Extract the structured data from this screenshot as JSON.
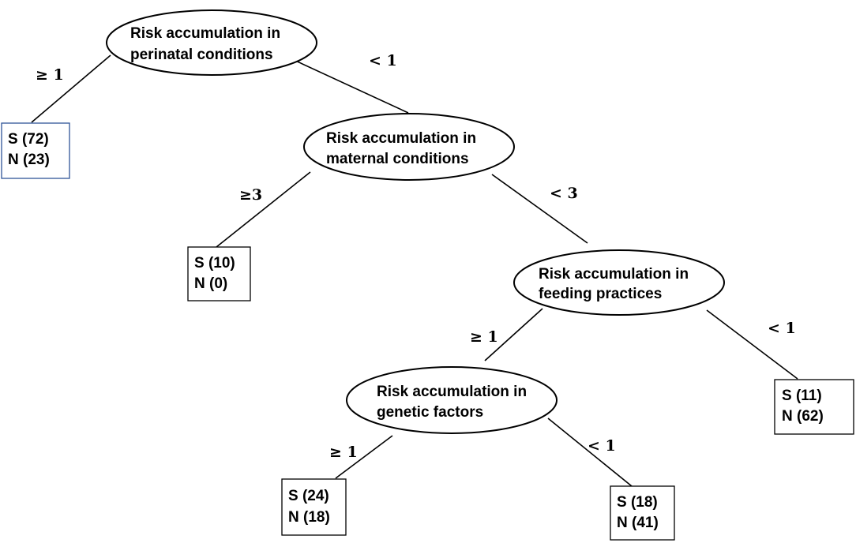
{
  "tree": {
    "nodes": {
      "perinatal": {
        "line1": "Risk accumulation in",
        "line2": "perinatal conditions"
      },
      "maternal": {
        "line1": "Risk accumulation in",
        "line2": "maternal conditions"
      },
      "feeding": {
        "line1": "Risk accumulation in",
        "line2": "feeding practices"
      },
      "genetic": {
        "line1": "Risk accumulation in",
        "line2": "genetic factors"
      }
    },
    "leaves": {
      "perinatal_ge1": {
        "s": "S (72)",
        "n": "N (23)"
      },
      "maternal_ge3": {
        "s": "S (10)",
        "n": "N (0)"
      },
      "feeding_lt1": {
        "s": "S (11)",
        "n": "N (62)"
      },
      "genetic_ge1": {
        "s": "S (24)",
        "n": "N (18)"
      },
      "genetic_lt1": {
        "s": "S (18)",
        "n": "N (41)"
      }
    },
    "edge_labels": {
      "perinatal_ge": "≥ 1",
      "perinatal_lt": "< 1",
      "maternal_ge": "≥3",
      "maternal_lt": "< 3",
      "feeding_ge": "≥ 1",
      "feeding_lt": "< 1",
      "genetic_ge": "≥ 1",
      "genetic_lt": "< 1"
    }
  }
}
